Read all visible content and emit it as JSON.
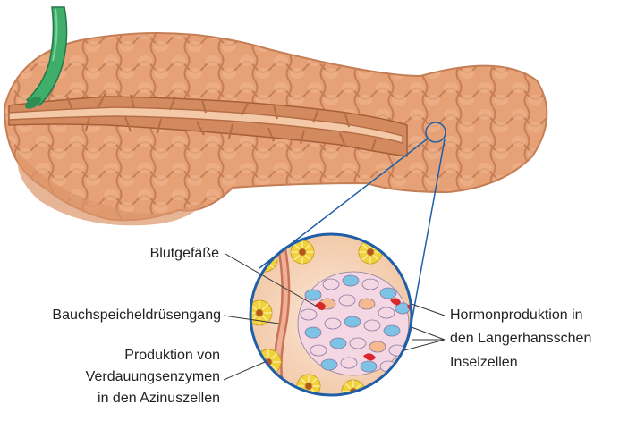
{
  "labels": {
    "blood_vessels": "Blutgefäße",
    "pancreatic_duct": "Bauchspeicheldrüsengang",
    "enzymes_line1": "Produktion von",
    "enzymes_line2": "Verdauungsenzymen",
    "enzymes_line3": "in den Azinuszellen",
    "hormone_line1": "Hormonproduktion in",
    "hormone_line2": "den Langerhansschen",
    "hormone_line3": "Inselzellen"
  },
  "colors": {
    "pancreas": "#e8a87c",
    "pancreas_dark": "#c9865d",
    "duct": "#f3c9a8",
    "duct_outline": "#b56d45",
    "green_duct": "#3fae6a",
    "zoom_ring": "#1f5fa8",
    "acinar": "#f2d23c",
    "islet_pink": "#f4d7e3",
    "islet_blue": "#7cc3e6",
    "vessel_red": "#d8262b"
  }
}
